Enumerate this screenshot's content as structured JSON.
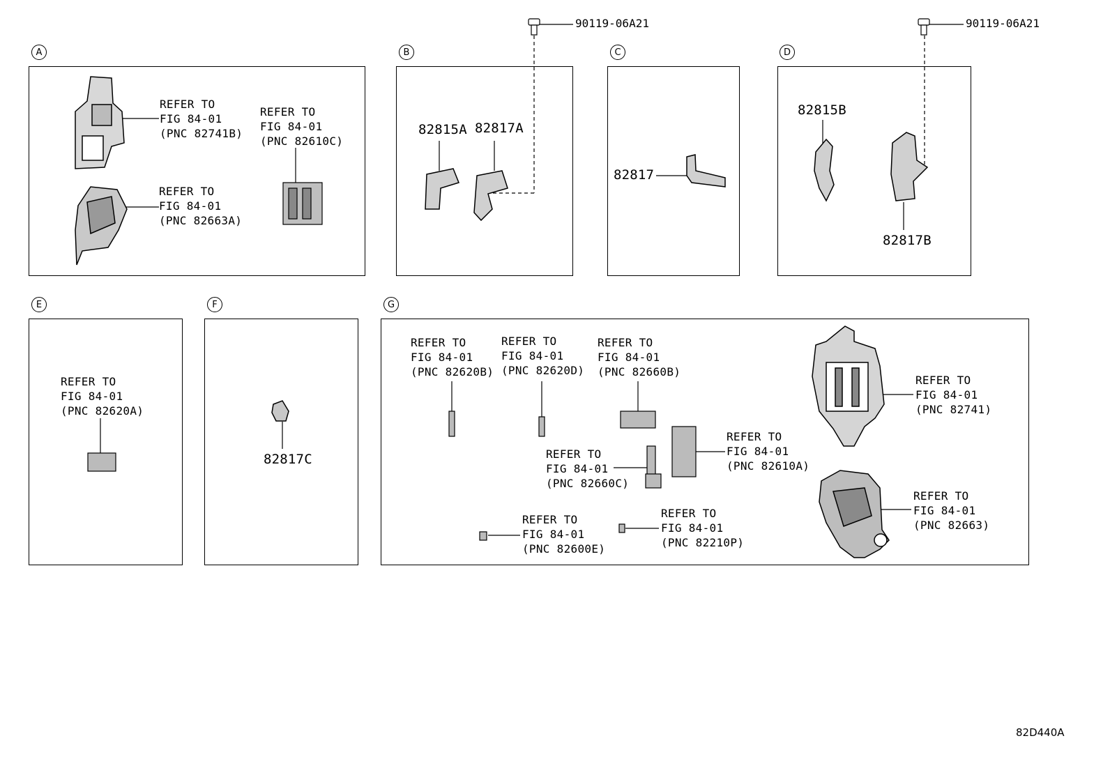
{
  "diagram_code": "82D440A",
  "bolt_part": "90119-06A21",
  "refer_line1": "REFER TO",
  "refer_line2": "FIG 84-01",
  "panels": {
    "a": {
      "letter": "A",
      "refs": [
        "(PNC 82741B)",
        "(PNC 82663A)",
        "(PNC 82610C)"
      ]
    },
    "b": {
      "letter": "B",
      "parts": [
        "82815A",
        "82817A"
      ]
    },
    "c": {
      "letter": "C",
      "parts": [
        "82817"
      ]
    },
    "d": {
      "letter": "D",
      "parts": [
        "82815B",
        "82817B"
      ]
    },
    "e": {
      "letter": "E",
      "refs": [
        "(PNC 82620A)"
      ]
    },
    "f": {
      "letter": "F",
      "parts": [
        "82817C"
      ]
    },
    "g": {
      "letter": "G",
      "refs": [
        "(PNC 82620B)",
        "(PNC 82620D)",
        "(PNC 82660B)",
        "(PNC 82660C)",
        "(PNC 82610A)",
        "(PNC 82600E)",
        "(PNC 82210P)",
        "(PNC 82741)",
        "(PNC 82663)"
      ]
    }
  }
}
